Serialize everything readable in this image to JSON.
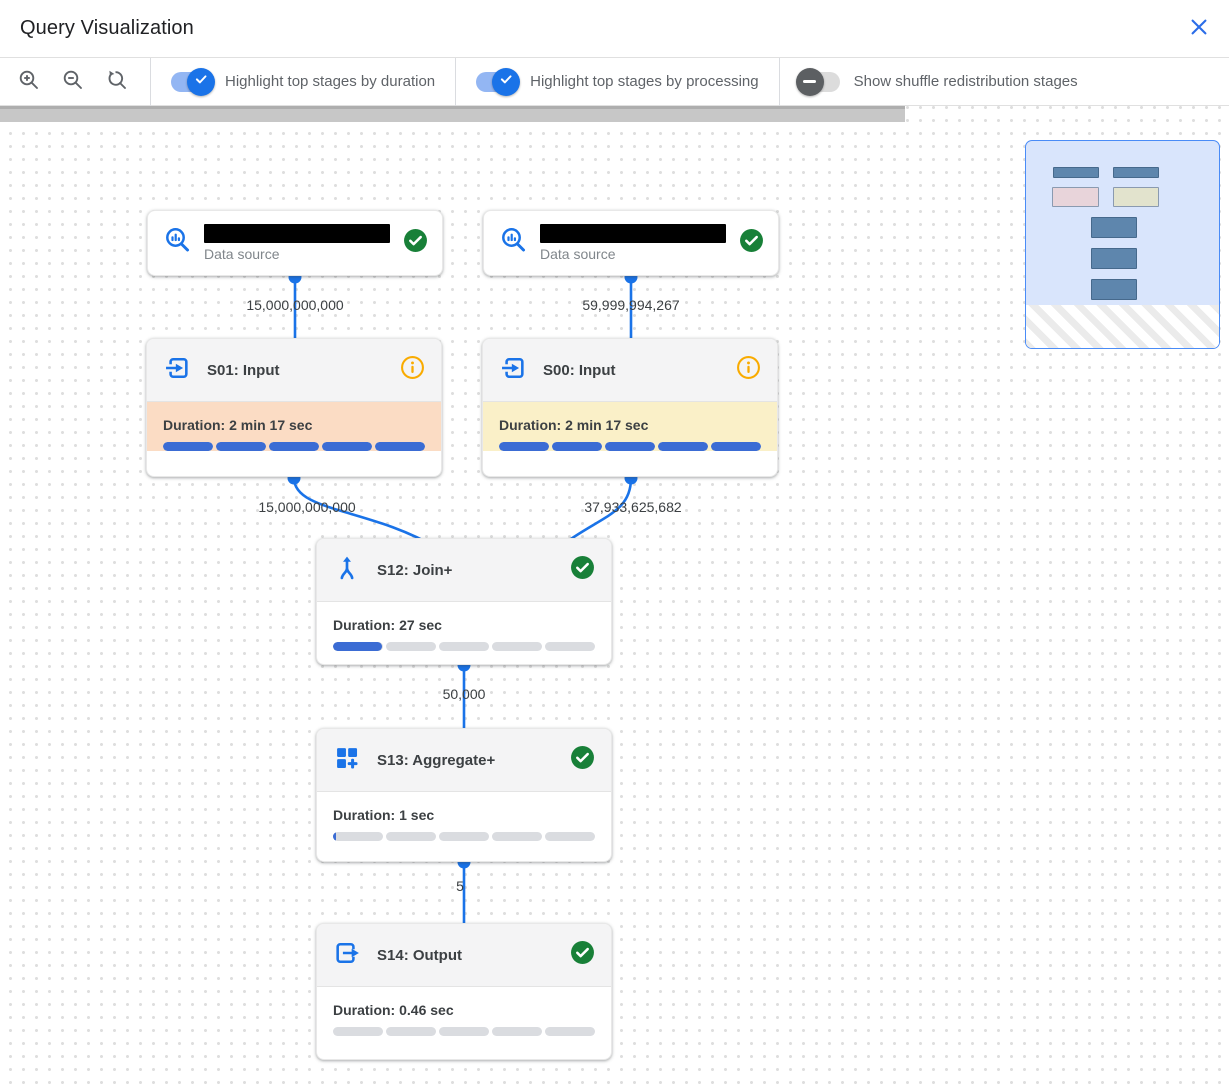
{
  "dialog": {
    "title": "Query Visualization"
  },
  "toolbar": {
    "zoom_in_label": "Zoom in",
    "zoom_out_label": "Zoom out",
    "zoom_reset_label": "Reset zoom",
    "toggles": [
      {
        "label": "Highlight top stages by duration",
        "state": "on"
      },
      {
        "label": "Highlight top stages by processing",
        "state": "on"
      },
      {
        "label": "Show shuffle redistribution stages",
        "state": "off"
      }
    ]
  },
  "graph": {
    "nodes": [
      {
        "id": "datasource-1",
        "type": "data_source",
        "label": "Data source",
        "name_redacted": true,
        "status": "completed"
      },
      {
        "id": "datasource-2",
        "type": "data_source",
        "label": "Data source",
        "name_redacted": true,
        "status": "completed"
      },
      {
        "id": "s01",
        "type": "input",
        "title": "S01: Input",
        "duration": "Duration: 2 min 17 sec",
        "status": "info",
        "highlight": "top-by-duration",
        "progress_segments": [
          1,
          1,
          1,
          1,
          1
        ]
      },
      {
        "id": "s00",
        "type": "input",
        "title": "S00: Input",
        "duration": "Duration: 2 min 17 sec",
        "status": "info",
        "highlight": "top-by-processing",
        "progress_segments": [
          1,
          1,
          1,
          1,
          1
        ]
      },
      {
        "id": "s12",
        "type": "join",
        "title": "S12: Join+",
        "duration": "Duration: 27 sec",
        "status": "completed",
        "progress_segments": [
          0.97,
          0,
          0,
          0,
          0
        ]
      },
      {
        "id": "s13",
        "type": "aggregate",
        "title": "S13: Aggregate+",
        "duration": "Duration: 1 sec",
        "status": "completed",
        "progress_segments": [
          0.05,
          0,
          0,
          0,
          0
        ]
      },
      {
        "id": "s14",
        "type": "output",
        "title": "S14: Output",
        "duration": "Duration: 0.46 sec",
        "status": "completed",
        "progress_segments": [
          0,
          0,
          0,
          0,
          0
        ]
      }
    ],
    "edges": [
      {
        "from": "datasource-1",
        "to": "s01",
        "label": "15,000,000,000"
      },
      {
        "from": "datasource-2",
        "to": "s00",
        "label": "59,999,994,267"
      },
      {
        "from": "s01",
        "to": "s12",
        "label": "15,000,000,000"
      },
      {
        "from": "s00",
        "to": "s12",
        "label": "37,933,625,682"
      },
      {
        "from": "s12",
        "to": "s13",
        "label": "50,000"
      },
      {
        "from": "s13",
        "to": "s14",
        "label": "5"
      }
    ]
  },
  "colors": {
    "accent_blue": "#1a73e8",
    "progress_blue": "#3b6cd4",
    "highlight_duration_bg": "#fbdcc4",
    "highlight_processing_bg": "#faf0c8",
    "status_green": "#188038",
    "status_amber": "#f9ab00"
  }
}
